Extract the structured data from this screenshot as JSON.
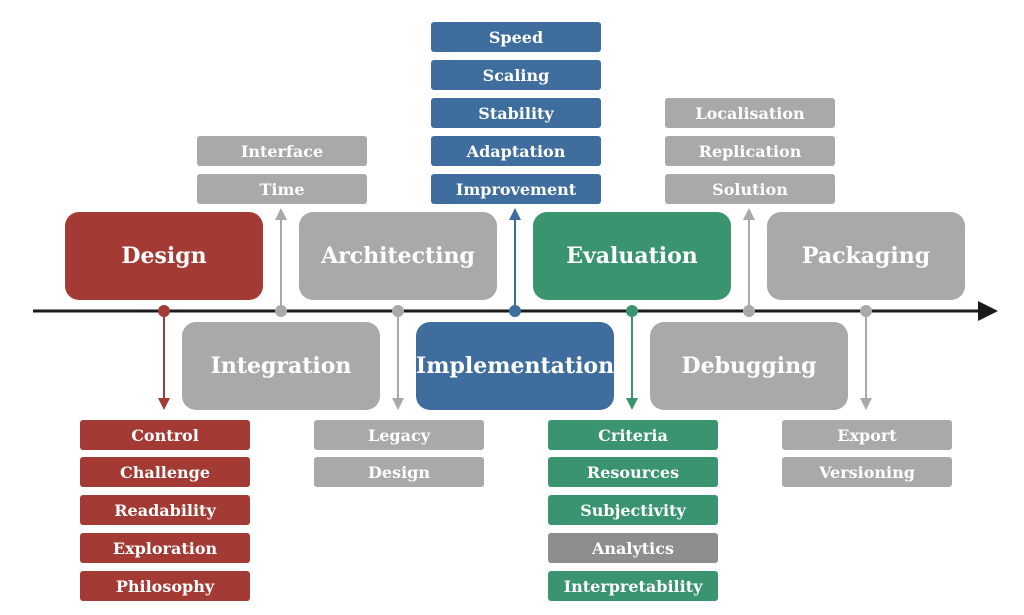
{
  "stages": {
    "design": "Design",
    "architecting": "Architecting",
    "evaluation": "Evaluation",
    "packaging": "Packaging",
    "integration": "Integration",
    "implementation": "Implementation",
    "debugging": "Debugging"
  },
  "tags": {
    "implementation": [
      "Speed",
      "Scaling",
      "Stability",
      "Adaptation",
      "Improvement"
    ],
    "integration": [
      "Interface",
      "Time"
    ],
    "debugging": [
      "Localisation",
      "Replication",
      "Solution"
    ],
    "design": [
      "Control",
      "Challenge",
      "Readability",
      "Exploration",
      "Philosophy"
    ],
    "architecting": [
      "Legacy",
      "Design"
    ],
    "evaluation": [
      "Criteria",
      "Resources",
      "Subjectivity",
      "Analytics",
      "Interpretability"
    ],
    "packaging": [
      "Export",
      "Versioning"
    ]
  },
  "colors": {
    "red": "#a33a33",
    "blue": "#3f6e9e",
    "green": "#3a9470",
    "gray": "#a9a9a9",
    "dark_gray": "#8e8e8e",
    "timeline": "#1a1a1a"
  }
}
